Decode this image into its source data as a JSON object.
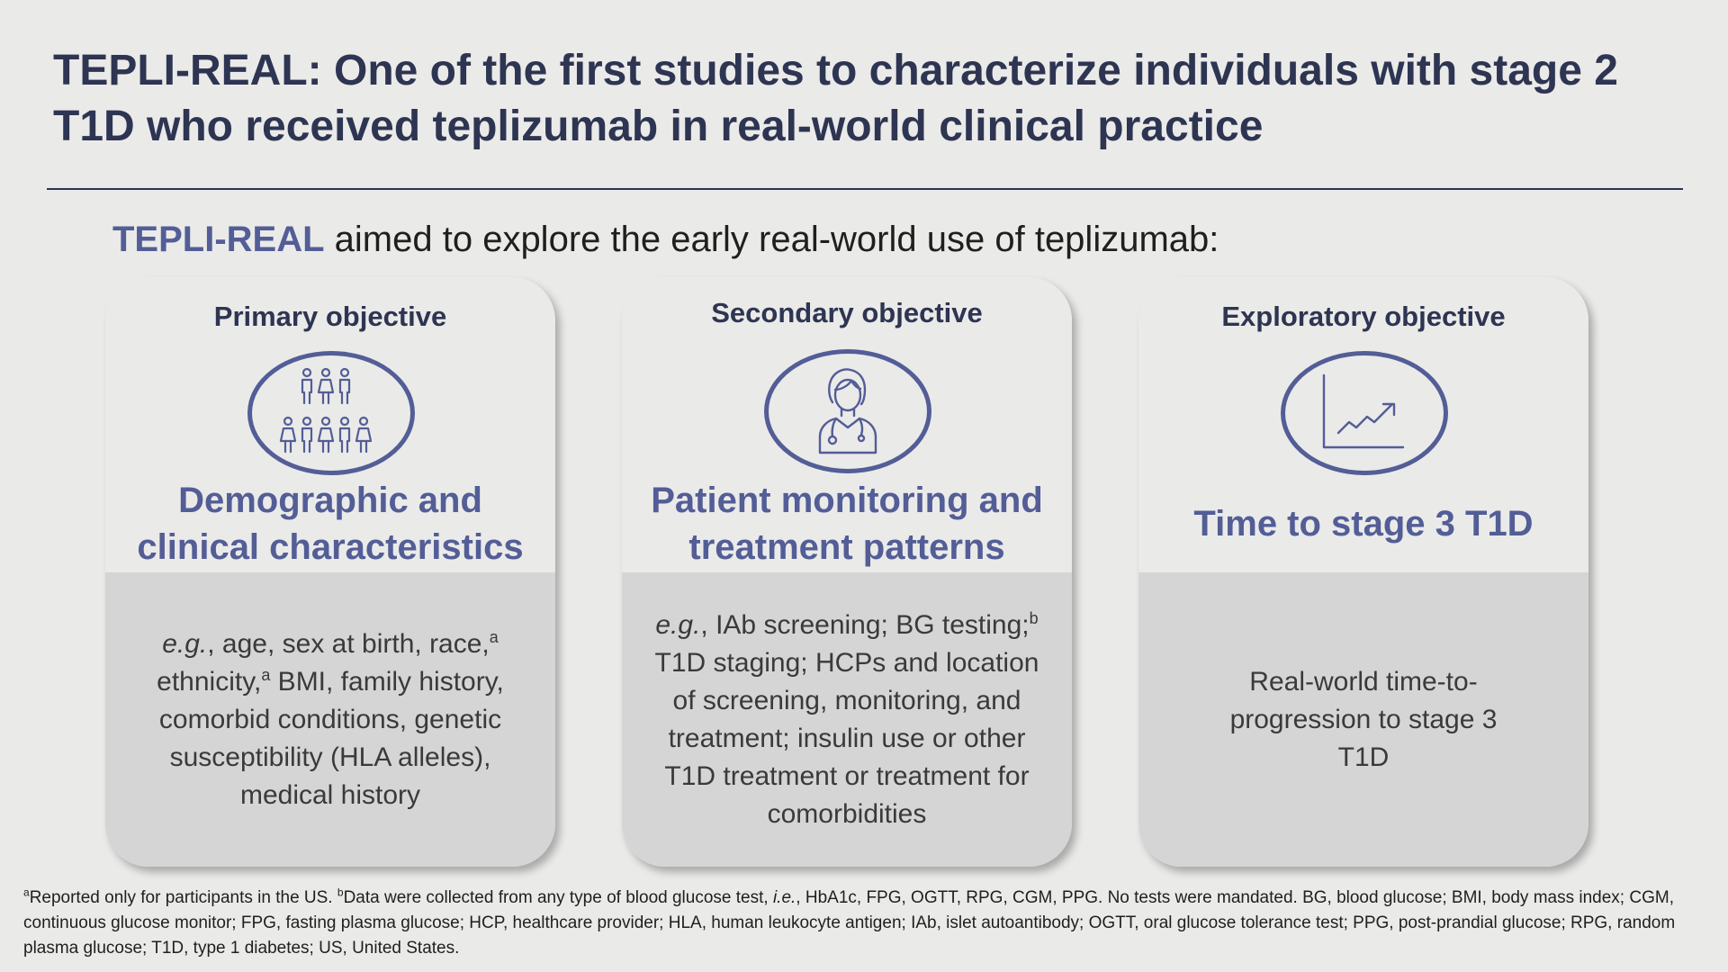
{
  "title": {
    "line1": "TEPLI-REAL: One of the first studies to characterize individuals with stage 2",
    "line2": "T1D who received teplizumab in real-world clinical practice"
  },
  "intro": {
    "brand": "TEPLI-REAL",
    "text": " aimed to explore the early real-world use of teplizumab:"
  },
  "cards": [
    {
      "heading": "Primary objective",
      "icon": "people-group-icon",
      "main_line1": "Demographic and",
      "main_line2": "clinical characteristics",
      "desc": {
        "eg": "e.g.",
        "p1": ", age, sex at birth, race,",
        "sup1": "a",
        "p2": " ethnicity,",
        "sup2": "a",
        "p3": " BMI, family history, comorbid conditions, genetic susceptibility (HLA alleles), medical history"
      }
    },
    {
      "heading": "Secondary objective",
      "icon": "doctor-icon",
      "main_line1": "Patient monitoring and",
      "main_line2": "treatment patterns",
      "desc": {
        "eg": "e.g.",
        "p1": ", IAb screening; BG testing;",
        "sup1": "b",
        "p2": " T1D staging; HCPs and location of screening, monitoring, and treatment; insulin use or other T1D treatment or treatment for comorbidities"
      }
    },
    {
      "heading": "Exploratory objective",
      "icon": "trend-chart-icon",
      "main_line1": "Time to stage 3 T1D",
      "desc": {
        "p1": "Real-world time-to-progression to stage 3 T1D"
      }
    }
  ],
  "footnote": {
    "sup_a": "a",
    "a_text": "Reported only for participants in the US. ",
    "sup_b": "b",
    "b_text1": "Data were collected from any type of blood glucose test, ",
    "ie": "i.e.",
    "b_text2": ", HbA1c, FPG, OGTT, RPG, CGM, PPG. No tests were mandated. BG, blood glucose; BMI, body mass index; CGM, continuous glucose monitor; FPG, fasting plasma glucose; HCP, healthcare provider; HLA, human leukocyte antigen; IAb, islet autoantibody; OGTT, oral glucose tolerance test; PPG, post-prandial glucose; RPG, random plasma glucose; T1D, type 1 diabetes; US, United States."
  },
  "colors": {
    "navy": "#2e3552",
    "accent": "#535d96",
    "card_bottom": "#d4d5d4",
    "background": "#eaeae9"
  }
}
